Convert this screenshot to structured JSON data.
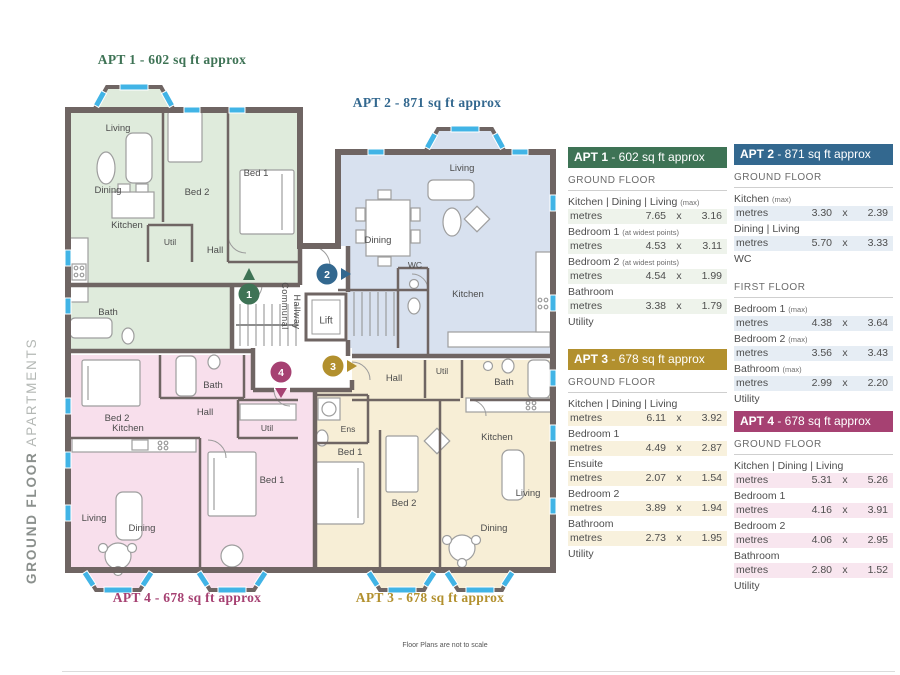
{
  "side_label": {
    "primary": "GROUND FLOOR",
    "secondary": "APARTMENTS"
  },
  "footnote": "Floor Plans are not to scale",
  "units": {
    "metre_label": "metres",
    "by": "x"
  },
  "colors": {
    "apt1": "#3e7355",
    "apt2": "#33688f",
    "apt3": "#b2902e",
    "apt4": "#a64172",
    "apt1_fill": "#dfebdc",
    "apt2_fill": "#d8e1ef",
    "apt3_fill": "#f7eed6",
    "apt4_fill": "#f8dfec",
    "apt1_tint": "#eef3eb",
    "apt2_tint": "#e6edf4",
    "apt3_tint": "#f8f1dd",
    "apt4_tint": "#f8e6ef",
    "wall": "#6f6563",
    "window": "#41b4e6"
  },
  "plan": {
    "titles": {
      "apt1": "APT 1 - 602 sq ft approx",
      "apt2": "APT 2 - 871 sq ft approx",
      "apt3": "APT 3 - 678 sq ft approx",
      "apt4": "APT 4 - 678 sq ft approx"
    },
    "communal_1": "Communal",
    "communal_2": "Hallway",
    "lift": "Lift",
    "markers": [
      "1",
      "2",
      "3",
      "4"
    ],
    "rooms": {
      "apt1": [
        "Living",
        "Dining",
        "Kitchen",
        "Bed 2",
        "Bed 1",
        "Util",
        "Hall",
        "Bath"
      ],
      "apt2": [
        "Living",
        "Dining",
        "WC",
        "Kitchen"
      ],
      "apt3": [
        "Hall",
        "Util",
        "Bath",
        "Ens",
        "Kitchen",
        "Bed 1",
        "Bed 2",
        "Living",
        "Dining"
      ],
      "apt4": [
        "Bed 2",
        "Bath",
        "Hall",
        "Util",
        "Kitchen",
        "Bed 1",
        "Living",
        "Dining"
      ]
    }
  },
  "tables": [
    {
      "id": "apt1",
      "apt": "APT 1",
      "size": "602 sq ft approx",
      "sections": [
        {
          "heading": "GROUND FLOOR",
          "entries": [
            {
              "room": "Kitchen | Dining | Living",
              "note": "(max)",
              "w": "7.65",
              "h": "3.16"
            },
            {
              "room": "Bedroom 1",
              "note": "(at widest points)",
              "w": "4.53",
              "h": "3.11"
            },
            {
              "room": "Bedroom 2",
              "note": "(at widest points)",
              "w": "4.54",
              "h": "1.99"
            },
            {
              "room": "Bathroom",
              "w": "3.38",
              "h": "1.79"
            },
            {
              "room": "Utility"
            }
          ]
        }
      ]
    },
    {
      "id": "apt2",
      "apt": "APT 2",
      "size": "871 sq ft approx",
      "sections": [
        {
          "heading": "GROUND FLOOR",
          "entries": [
            {
              "room": "Kitchen",
              "note": "(max)",
              "w": "3.30",
              "h": "2.39"
            },
            {
              "room": "Dining | Living",
              "w": "5.70",
              "h": "3.33"
            },
            {
              "room": "WC"
            }
          ]
        },
        {
          "heading": "FIRST FLOOR",
          "entries": [
            {
              "room": "Bedroom 1",
              "note": "(max)",
              "w": "4.38",
              "h": "3.64"
            },
            {
              "room": "Bedroom 2",
              "note": "(max)",
              "w": "3.56",
              "h": "3.43"
            },
            {
              "room": "Bathroom",
              "note": "(max)",
              "w": "2.99",
              "h": "2.20"
            },
            {
              "room": "Utility"
            }
          ]
        }
      ]
    },
    {
      "id": "apt3",
      "apt": "APT 3",
      "size": "678 sq ft approx",
      "sections": [
        {
          "heading": "GROUND FLOOR",
          "entries": [
            {
              "room": "Kitchen | Dining | Living",
              "w": "6.11",
              "h": "3.92"
            },
            {
              "room": "Bedroom 1",
              "w": "4.49",
              "h": "2.87"
            },
            {
              "room": "Ensuite",
              "w": "2.07",
              "h": "1.54"
            },
            {
              "room": "Bedroom 2",
              "w": "3.89",
              "h": "1.94"
            },
            {
              "room": "Bathroom",
              "w": "2.73",
              "h": "1.95"
            },
            {
              "room": "Utility"
            }
          ]
        }
      ]
    },
    {
      "id": "apt4",
      "apt": "APT 4",
      "size": "678 sq ft approx",
      "sections": [
        {
          "heading": "GROUND FLOOR",
          "entries": [
            {
              "room": "Kitchen | Dining | Living",
              "w": "5.31",
              "h": "5.26"
            },
            {
              "room": "Bedroom 1",
              "w": "4.16",
              "h": "3.91"
            },
            {
              "room": "Bedroom 2",
              "w": "4.06",
              "h": "2.95"
            },
            {
              "room": "Bathroom",
              "w": "2.80",
              "h": "1.52"
            },
            {
              "room": "Utility"
            }
          ]
        }
      ]
    }
  ]
}
